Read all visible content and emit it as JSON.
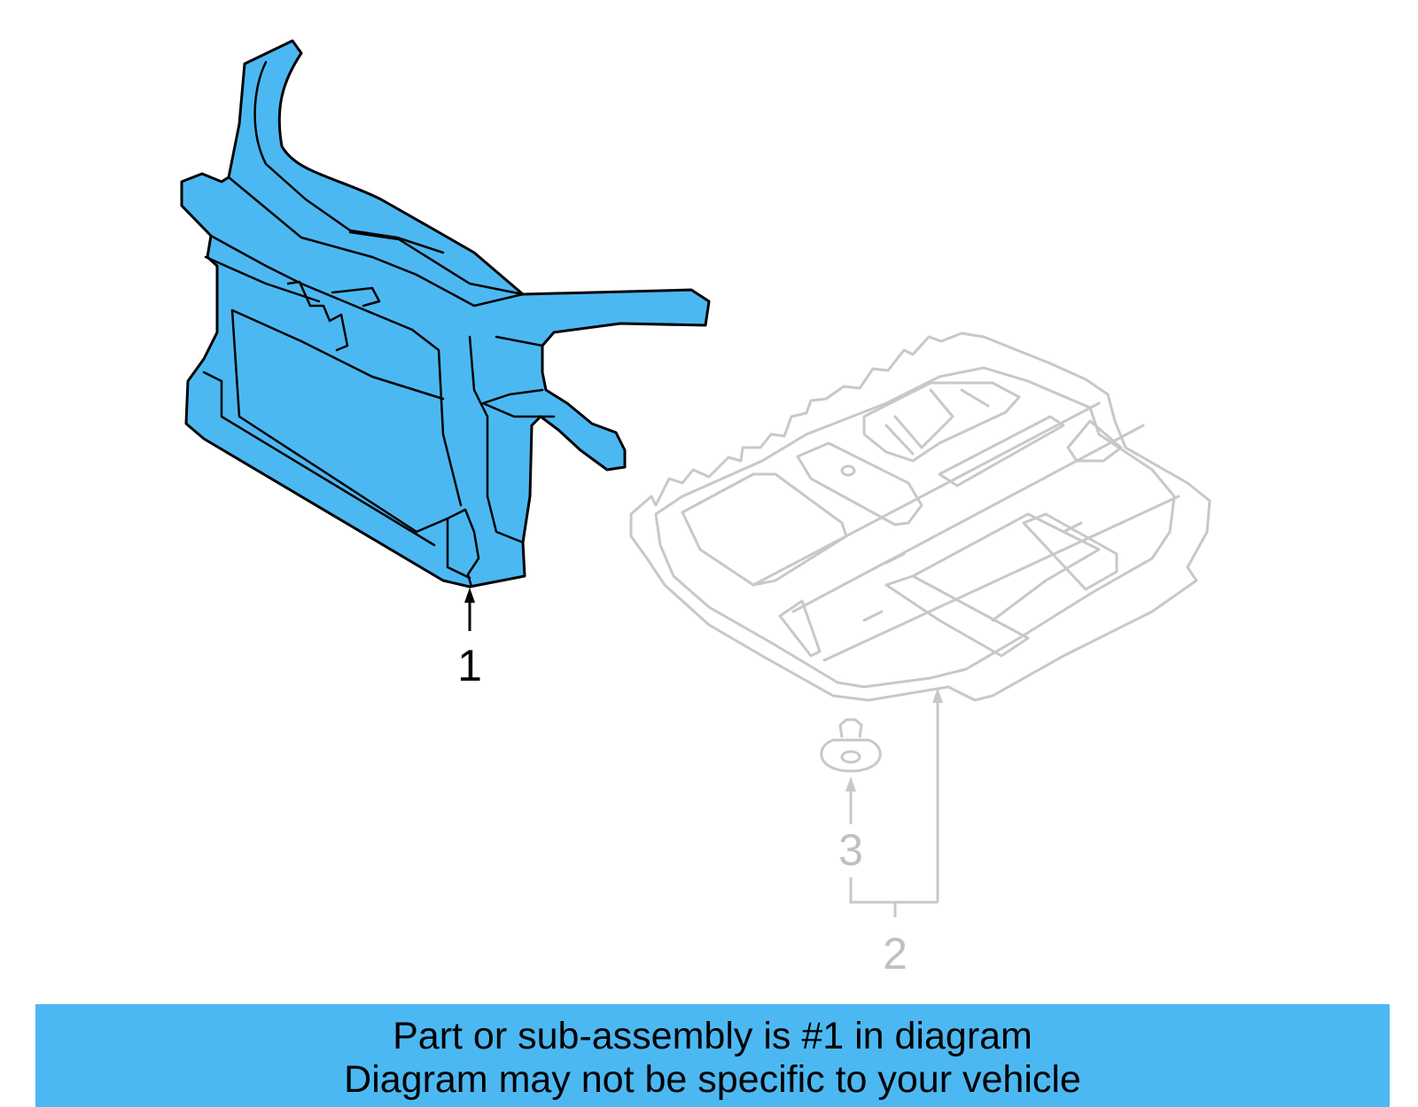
{
  "colors": {
    "highlight_fill": "#4cb8f2",
    "highlight_stroke": "#000000",
    "ghost_stroke": "#c8c8c8",
    "ghost_label": "#c0c0c0",
    "banner_bg": "#4cb8f2"
  },
  "callouts": {
    "part_1": "1",
    "part_2": "2",
    "part_3": "3"
  },
  "parts": [
    {
      "id": "1",
      "name": "radiator-support",
      "highlighted": true
    },
    {
      "id": "2",
      "name": "engine-splash-shield",
      "highlighted": false
    },
    {
      "id": "3",
      "name": "push-clip-fastener",
      "highlighted": false
    }
  ],
  "caption": {
    "line1": "Part or sub-assembly is #1 in diagram",
    "line2": "Diagram may not be specific to your vehicle"
  }
}
